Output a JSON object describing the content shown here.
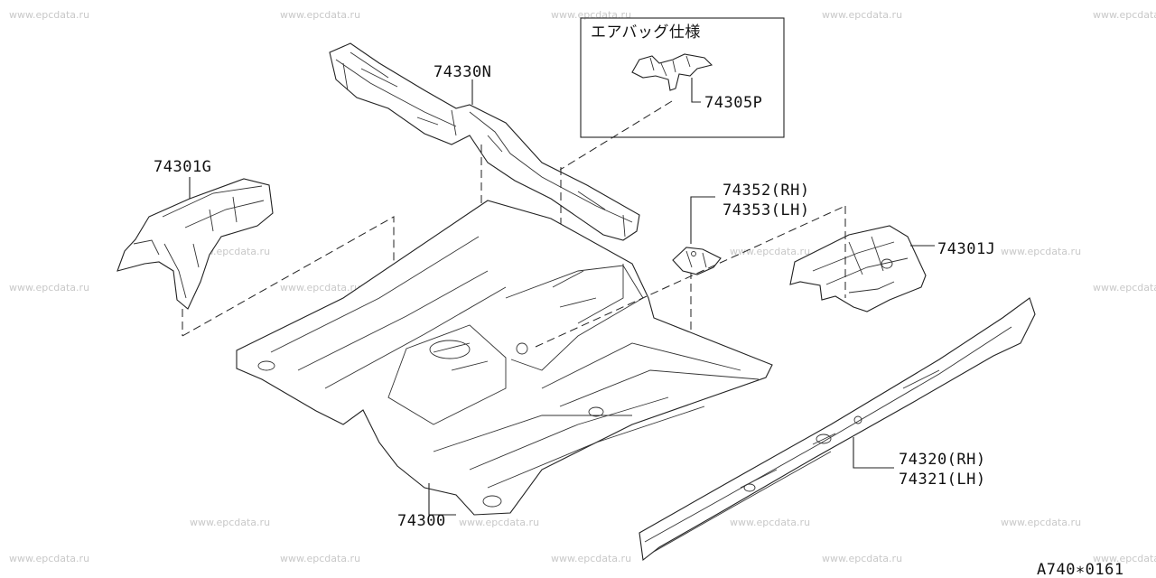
{
  "watermark_text": "www.epcdata.ru",
  "inset": {
    "title": "エアバッグ仕様",
    "part": "74305P"
  },
  "parts": {
    "crossmember": "74330N",
    "left_bracket": "74301G",
    "floor": "74300",
    "bracket_rh": "74352(RH)",
    "bracket_lh": "74353(LH)",
    "right_bracket": "74301J",
    "sill_rh": "74320(RH)",
    "sill_lh": "74321(LH)"
  },
  "diagram_code": "A740∗0161"
}
